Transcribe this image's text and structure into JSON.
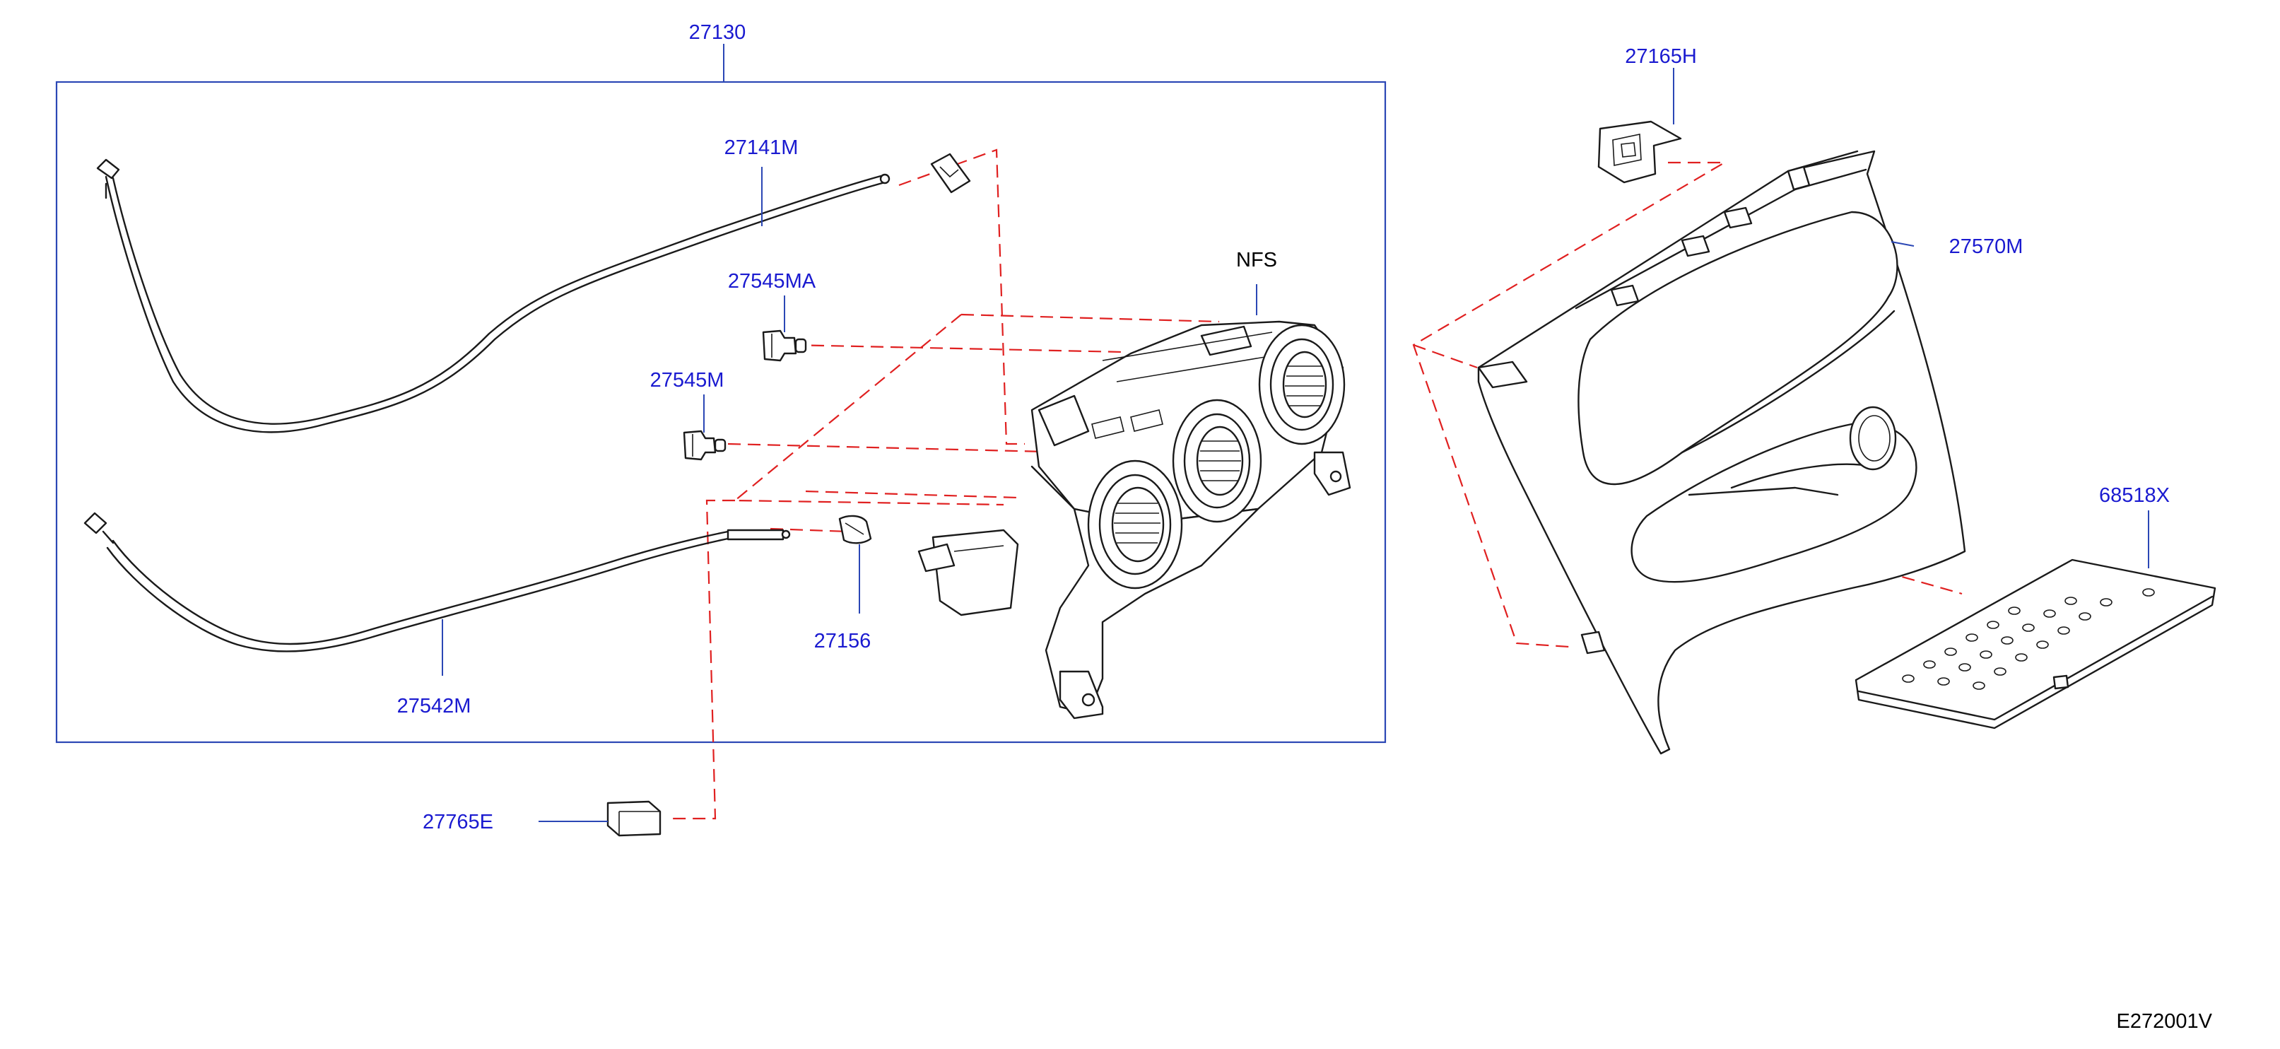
{
  "diagram_code": "E272001V",
  "colors": {
    "label": "#1a1ad0",
    "code": "#000000",
    "outline": "#1a1a1a",
    "dash": "#e02020",
    "frame": "#2b47b5"
  },
  "labels": {
    "assembly": "27130",
    "cable_upper": "27141M",
    "clip_ma": "27545MA",
    "clip_m": "27545M",
    "nfs": "NFS",
    "cable_lower": "27542M",
    "clip_small": "27156",
    "clamp": "27765E",
    "bracket": "27165H",
    "finisher": "27570M",
    "lid": "68518X"
  }
}
